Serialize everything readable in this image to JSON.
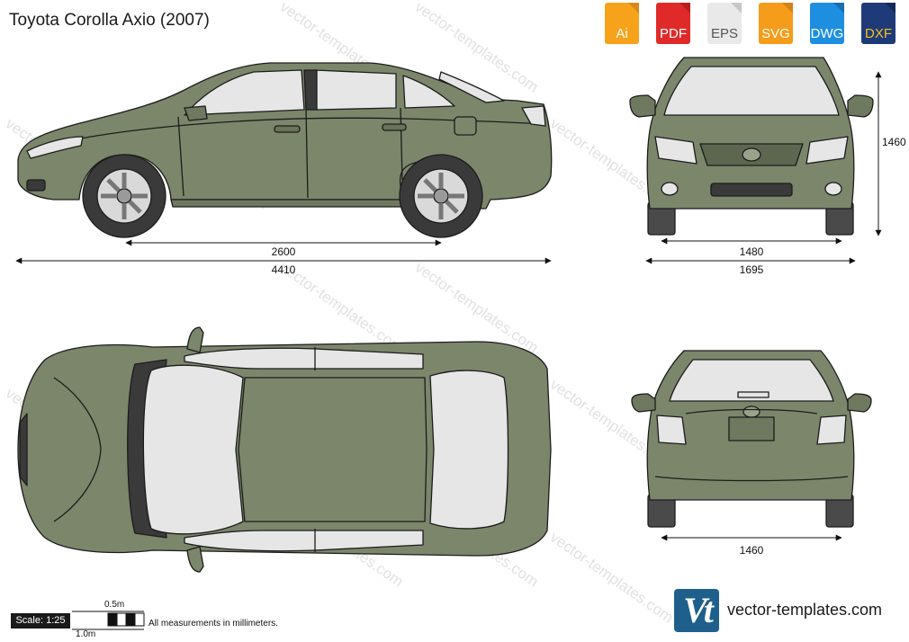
{
  "title": "Toyota Corolla Axio (2007)",
  "watermark": "vector-templates.com",
  "formats": [
    {
      "label": "Ai",
      "color": "#f7a21b",
      "fold": "#d9861a"
    },
    {
      "label": "PDF",
      "color": "#e02a2a",
      "fold": "#b71f1f"
    },
    {
      "label": "EPS",
      "color": "#e9e9e9",
      "fold": "#c7c7c7"
    },
    {
      "label": "SVG",
      "color": "#f59c1a",
      "fold": "#d48217"
    },
    {
      "label": "DWG",
      "color": "#1e8ee0",
      "fold": "#176fb1"
    },
    {
      "label": "DXF",
      "color": "#1e3a78",
      "fold": "#142a59"
    }
  ],
  "dimensions": {
    "wheelbase": "2600",
    "length": "4410",
    "height": "1460",
    "front_track": "1480",
    "width": "1695",
    "rear_track": "1460"
  },
  "scale": {
    "label": "Scale: 1:25",
    "half_meter": "0.5m",
    "meter": "1.0m"
  },
  "note": "All measurements in millimeters.",
  "brand": {
    "logo": "Vt",
    "site": "vector-templates.com"
  },
  "colors": {
    "body": "#7b866b",
    "outline": "#1c1c1c",
    "glass": "#e6e6e6",
    "tire": "#4a4a4a"
  }
}
